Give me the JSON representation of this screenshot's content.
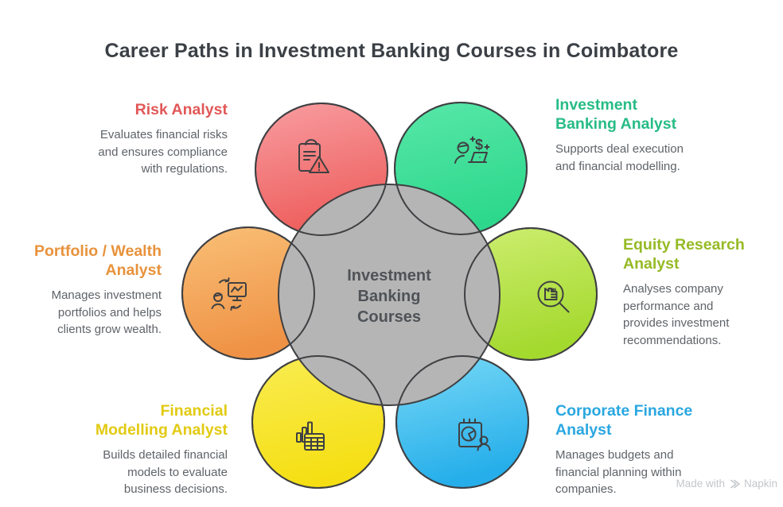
{
  "title": "Career Paths in Investment Banking Courses in Coimbatore",
  "center": {
    "label": "Investment\nBanking\nCourses",
    "fill": "#b5b5b5"
  },
  "colors": {
    "outline": "#3f4043",
    "description_text": "#5f6368"
  },
  "roles": [
    {
      "name": "Risk Analyst",
      "description": "Evaluates financial risks\nand ensures compliance\nwith regulations.",
      "color": "#e25757",
      "gradient_top": "#f89da1",
      "gradient_bottom": "#ee5f5d",
      "icon": "clipboard-warning-icon"
    },
    {
      "name": "Investment\nBanking Analyst",
      "description": "Supports deal execution\nand financial modelling.",
      "color": "#27bc86",
      "gradient_top": "#58e7a8",
      "gradient_bottom": "#2dd88c",
      "icon": "analyst-laptop-dollar-icon"
    },
    {
      "name": "Portfolio / Wealth\nAnalyst",
      "description": "Manages investment\nportfolios and helps\nclients grow wealth.",
      "color": "#e8923c",
      "gradient_top": "#f9c077",
      "gradient_bottom": "#ef9245",
      "icon": "portfolio-exchange-icon"
    },
    {
      "name": "Equity Research\nAnalyst",
      "description": "Analyses company\nperformance and\nprovides investment\nrecommendations.",
      "color": "#96ba25",
      "gradient_top": "#cdee70",
      "gradient_bottom": "#a4d92e",
      "icon": "magnifier-company-icon"
    },
    {
      "name": "Financial\nModelling Analyst",
      "description": "Builds detailed financial\nmodels to evaluate\nbusiness decisions.",
      "color": "#e2ca12",
      "gradient_top": "#f9ec52",
      "gradient_bottom": "#f5df14",
      "icon": "bar-chart-calculator-icon"
    },
    {
      "name": "Corporate Finance\nAnalyst",
      "description": "Manages budgets and\nfinancial planning within\ncompanies.",
      "color": "#2aa7e1",
      "gradient_top": "#79d9f6",
      "gradient_bottom": "#25aeea",
      "icon": "calendar-pie-person-icon"
    }
  ],
  "watermark": {
    "prefix": "Made with",
    "brand": "Napkin"
  }
}
